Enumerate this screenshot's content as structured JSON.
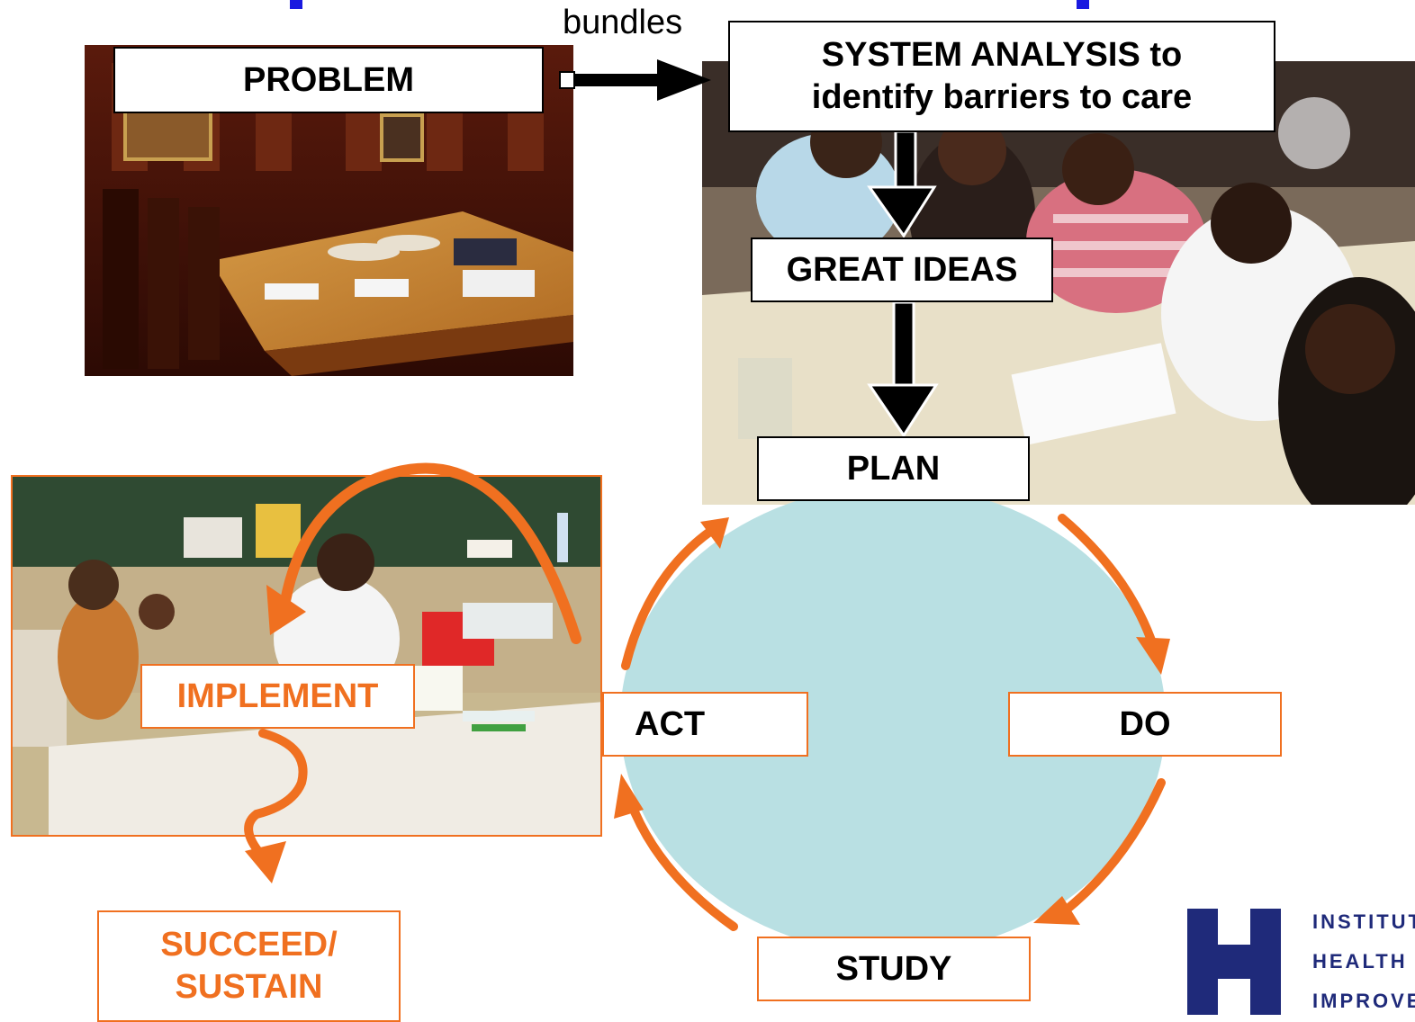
{
  "title_fragment": "bundles",
  "colors": {
    "accent_orange": "#f07020",
    "cycle_fill": "#b9e0e3",
    "logo_blue": "#1f2a7a",
    "title_blue": "#1a1ae0"
  },
  "boxes": {
    "problem": "PROBLEM",
    "system_analysis_line1": "SYSTEM ANALYSIS to",
    "system_analysis_line2": "identify barriers to care",
    "great_ideas": "GREAT IDEAS",
    "plan": "PLAN",
    "act": "ACT",
    "do": "DO",
    "study": "STUDY",
    "implement": "IMPLEMENT",
    "succeed_line1": "SUCCEED/",
    "succeed_line2": "SUSTAIN"
  },
  "logo": {
    "line1": "INSTITUT",
    "line2": "HEALTH",
    "line3": "IMPROVE"
  },
  "photos": {
    "boardroom": "boardroom-photo",
    "workshop": "workshop-photo",
    "clinic": "clinic-photo"
  }
}
